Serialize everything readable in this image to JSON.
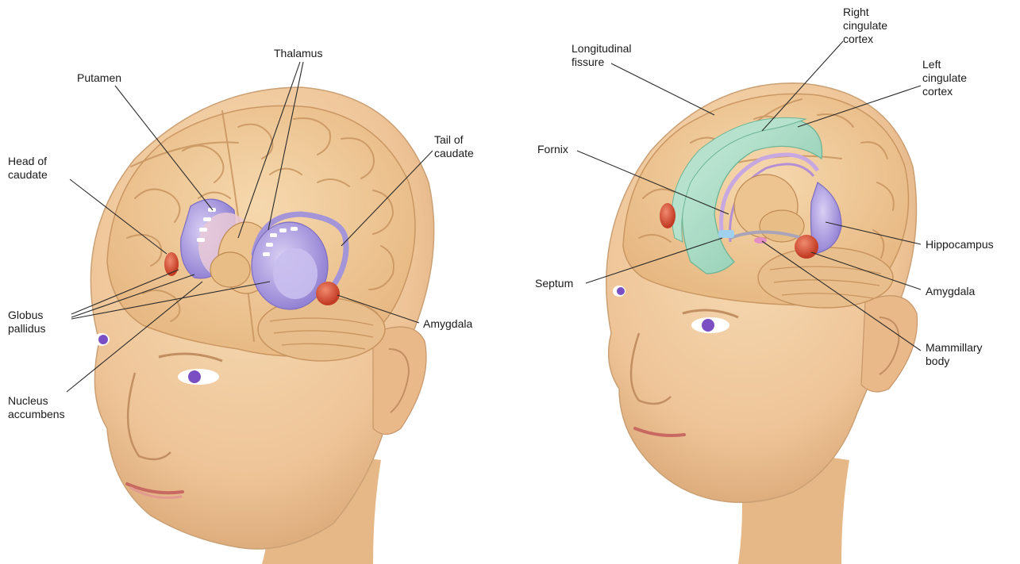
{
  "left_panel": {
    "labels": {
      "thalamus": "Thalamus",
      "putamen": "Putamen",
      "head_of_caudate": "Head of\ncaudate",
      "tail_of_caudate": "Tail of\ncaudate",
      "globus_pallidus": "Globus\npallidus",
      "amygdala": "Amygdala",
      "nucleus_accumbens": "Nucleus\naccumbens"
    }
  },
  "right_panel": {
    "labels": {
      "longitudinal_fissure": "Longitudinal\nfissure",
      "right_cingulate_cortex": "Right\ncingulate\ncortex",
      "left_cingulate_cortex": "Left\ncingulate\ncortex",
      "fornix": "Fornix",
      "hippocampus": "Hippocampus",
      "septum": "Septum",
      "amygdala": "Amygdala",
      "mammillary_body": "Mammillary\nbody"
    }
  },
  "colors": {
    "skin": "#f1d0a4",
    "skin_shadow": "#d9a877",
    "brain": "#f0c892",
    "brain_fold": "#c89560",
    "basal_ganglia": "#a494d8",
    "cingulate": "#9fd4bd",
    "amygdala": "#d4523a",
    "eye": "#7a4fc4"
  }
}
